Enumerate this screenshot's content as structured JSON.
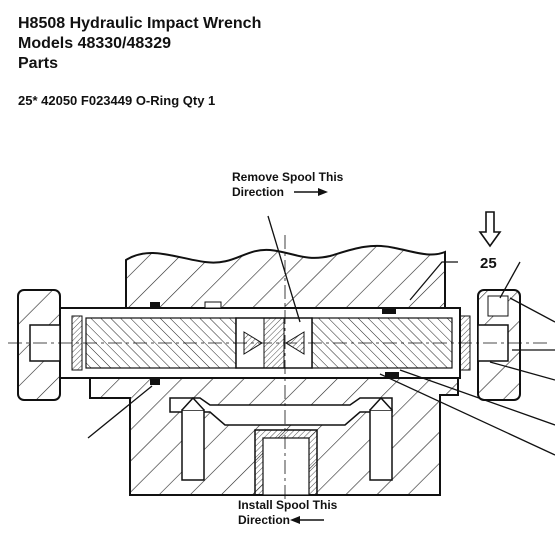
{
  "header": {
    "title_line1": "H8508 Hydraulic Impact Wrench",
    "title_line2": "Models 48330/48329",
    "title_line3": "Parts"
  },
  "part": {
    "line": "25* 42050 F023449 O-Ring  Qty 1",
    "number": "25",
    "part_no": "42050",
    "code": "F023449",
    "name": "O-Ring",
    "qty": 1
  },
  "diagram": {
    "remove_label_line1": "Remove Spool This",
    "remove_label_line2": "Direction",
    "install_label_line1": "Install Spool This",
    "install_label_line2": "Direction",
    "callout": "25",
    "callout_arrow": "down-arrow-icon"
  }
}
